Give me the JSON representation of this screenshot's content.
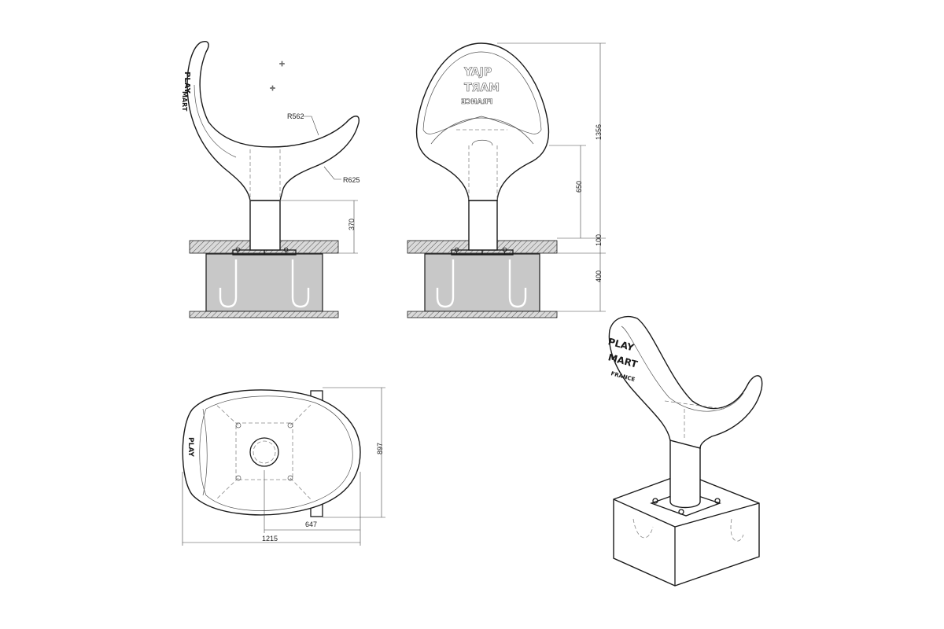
{
  "views": {
    "side": {
      "radius_inner": "R562",
      "radius_outer": "R625",
      "height_post": "370"
    },
    "front": {
      "height_total": "1356",
      "height_seat": "650",
      "height_ground": "100",
      "height_foundation": "400"
    },
    "top": {
      "depth": "897",
      "width_partial": "647",
      "width_total": "1215"
    },
    "isometric": {}
  },
  "logo": {
    "line1": "PLAY",
    "line2": "MART",
    "line3": "FRANCE"
  }
}
